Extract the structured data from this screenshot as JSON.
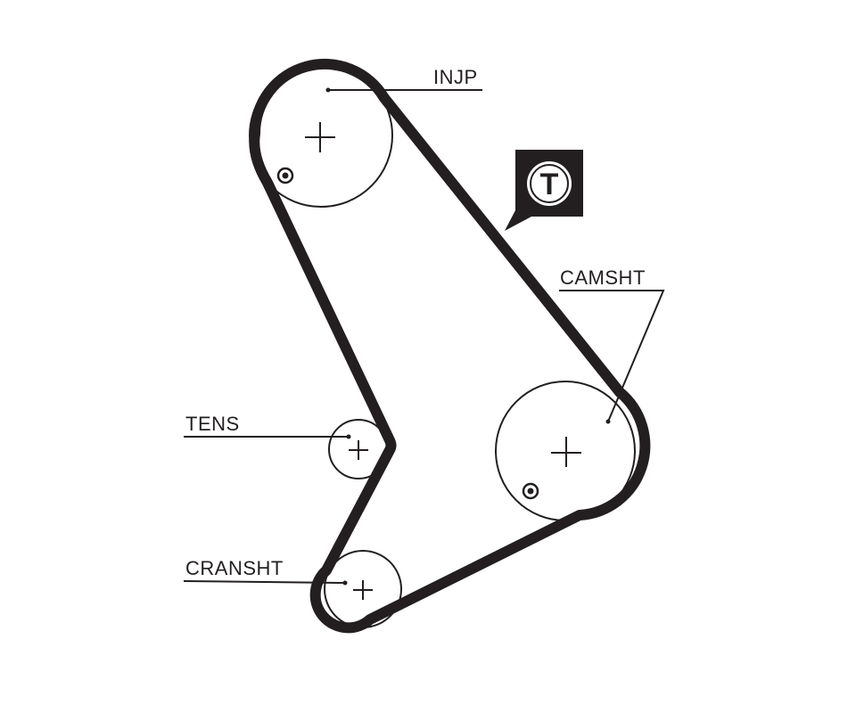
{
  "labels": {
    "injp": "INJP",
    "camsht": "CAMSHT",
    "tens": "TENS",
    "cransht": "CRANSHT"
  },
  "badge": {
    "letter": "T",
    "icon": "timing-belt-icon"
  },
  "colors": {
    "ink": "#231f20",
    "background": "#ffffff"
  }
}
